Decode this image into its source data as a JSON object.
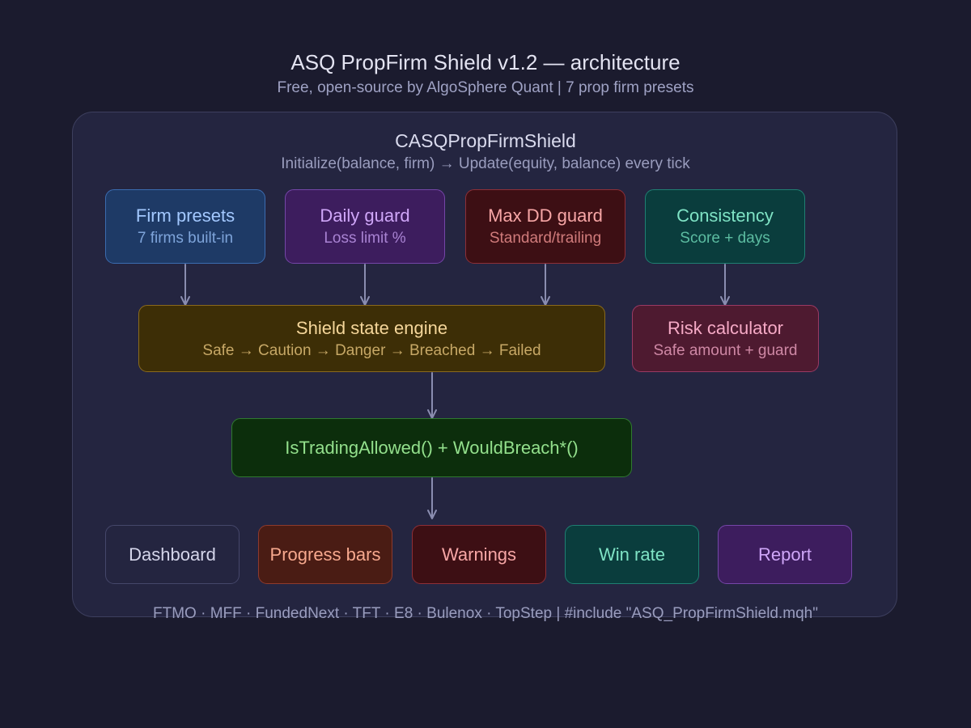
{
  "header": {
    "title": "ASQ PropFirm Shield v1.2 — architecture",
    "subtitle": "Free, open-source by AlgoSphere Quant | 7 prop firm presets"
  },
  "container": {
    "name": "CASQPropFirmShield",
    "description": "Initialize(balance, firm) → Update(equity, balance) every tick"
  },
  "modules": {
    "firm_presets": {
      "title": "Firm presets",
      "subtitle": "7 firms built-in"
    },
    "daily_guard": {
      "title": "Daily guard",
      "subtitle": "Loss limit %"
    },
    "max_dd_guard": {
      "title": "Max DD guard",
      "subtitle": "Standard/trailing"
    },
    "consistency": {
      "title": "Consistency",
      "subtitle": "Score + days"
    },
    "shield_engine": {
      "title": "Shield state engine",
      "subtitle": "Safe → Caution → Danger → Breached → Failed"
    },
    "risk_calculator": {
      "title": "Risk calculator",
      "subtitle": "Safe amount + guard"
    },
    "trading_check": {
      "title": "IsTradingAllowed() + WouldBreach*()"
    }
  },
  "outputs": {
    "dashboard": "Dashboard",
    "progress_bars": "Progress bars",
    "warnings": "Warnings",
    "win_rate": "Win rate",
    "report": "Report"
  },
  "footer": "FTMO · MFF · FundedNext · TFT · E8 · Bulenox · TopStep | #include \"ASQ_PropFirmShield.mqh\"",
  "colors": {
    "background": "#1b1b2e",
    "container": "#242540",
    "arrow": "#8a8db0",
    "blue": "#1e3a66",
    "purple": "#3d1d5e",
    "red": "#3d0f14",
    "teal": "#0a3d3d",
    "amber": "#3d2e06",
    "pink": "#4e1a30",
    "green": "#0c2e0c",
    "orange": "#4a1c14"
  }
}
